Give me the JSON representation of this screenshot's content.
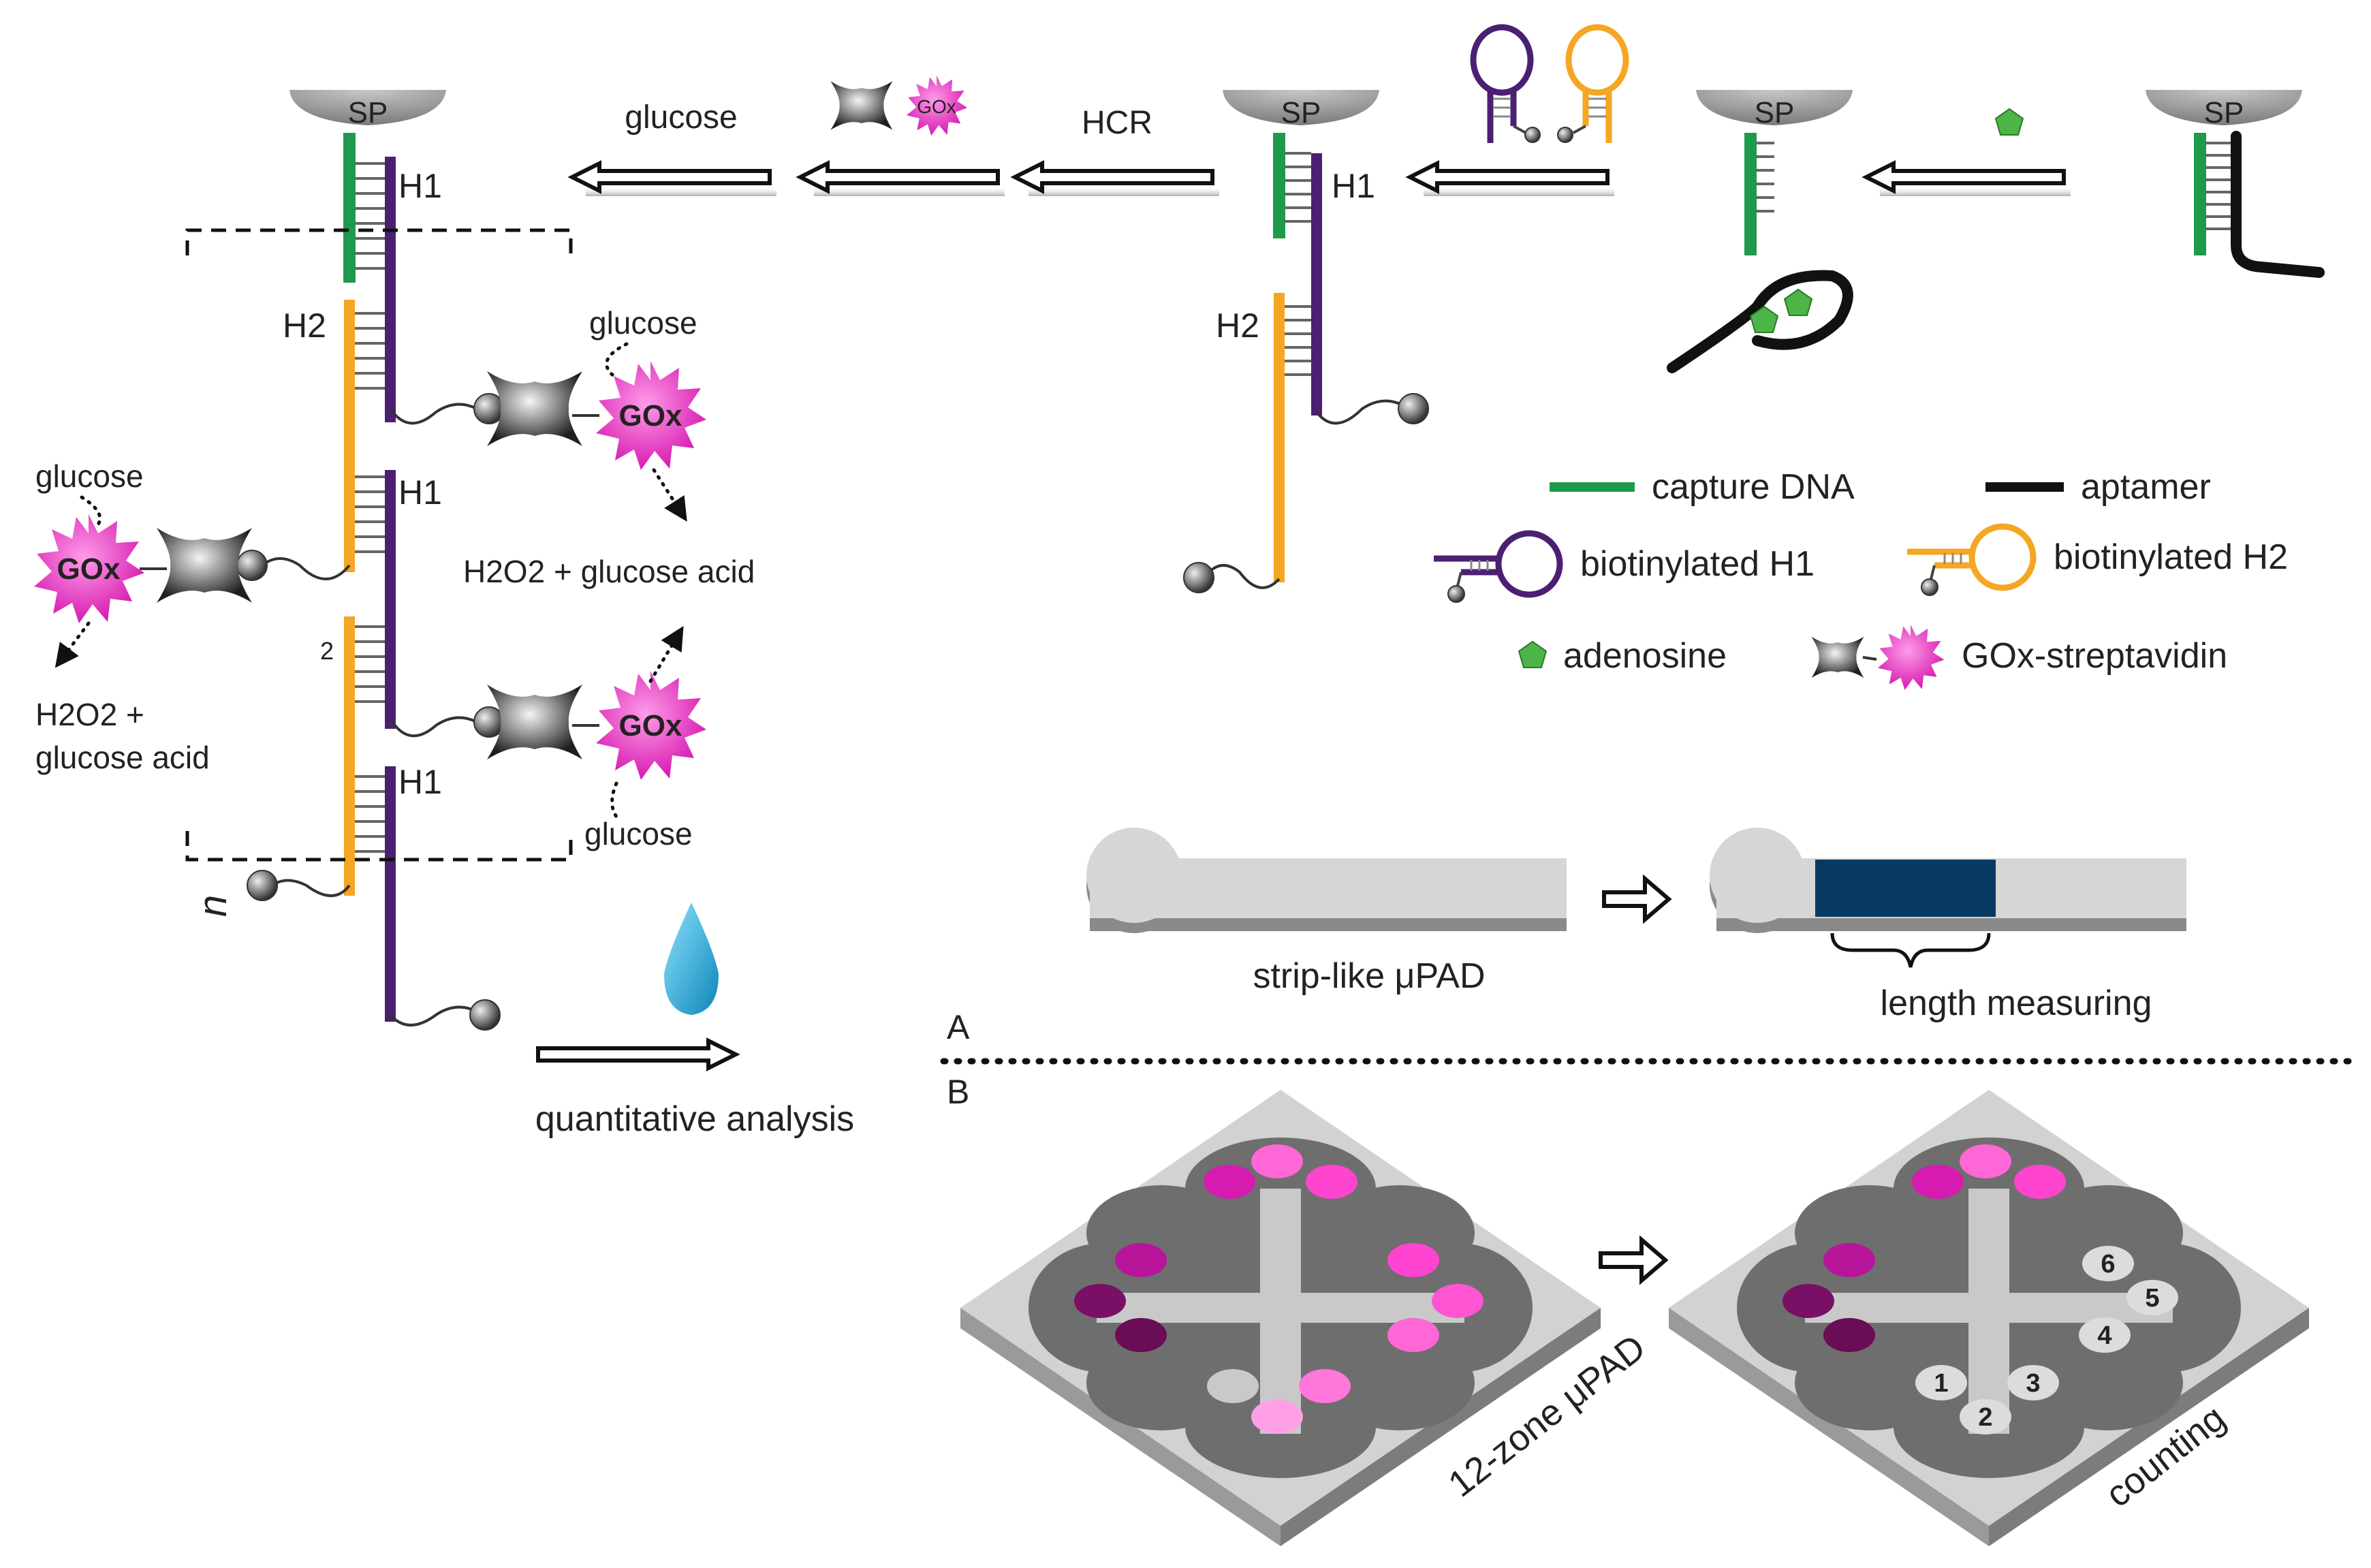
{
  "colors": {
    "capture_dna": "#1f9a4c",
    "aptamer": "#111111",
    "h1": "#4b1f72",
    "h2": "#f5a623",
    "gox": "#e62ec3",
    "adenosine": "#4db547",
    "support": "#9a9a9a",
    "strip": "#d0d0d0",
    "strip_fill": "#063a63",
    "pad_base": "#cfcfcf",
    "pad_channel": "#6e6e6e",
    "droplet": "#1fa7d8"
  },
  "labels": {
    "sp": "SP",
    "h1": "H1",
    "h2": "H2",
    "glucose": "glucose",
    "hcr": "HCR",
    "gox": "GOx",
    "h2o2_glucose_acid": "H2O2 + glucose acid",
    "h2o2_line1": "H2O2 +",
    "glucose_acid_line2": "glucose acid",
    "n": "n",
    "two": "2",
    "quantitative_analysis": "quantitative analysis",
    "panel_a": "A",
    "panel_b": "B",
    "strip_like": "strip-like μPAD",
    "length_measuring": "length measuring",
    "twelve_zone": "12-zone μPAD",
    "counting": "counting"
  },
  "legend": {
    "capture_dna": "capture DNA",
    "aptamer": "aptamer",
    "biotinylated_h1": "biotinylated H1",
    "biotinylated_h2": "biotinylated H2",
    "adenosine": "adenosine",
    "gox_streptavidin": "GOx-streptavidin"
  },
  "counting_zones": [
    "1",
    "2",
    "3",
    "4",
    "5",
    "6"
  ],
  "icons": [
    "support-dome",
    "hairpin-icon",
    "pentagon-icon",
    "streptavidin-icon",
    "gox-star-icon",
    "droplet-icon",
    "arrow-icon",
    "biotin-ball-icon"
  ]
}
